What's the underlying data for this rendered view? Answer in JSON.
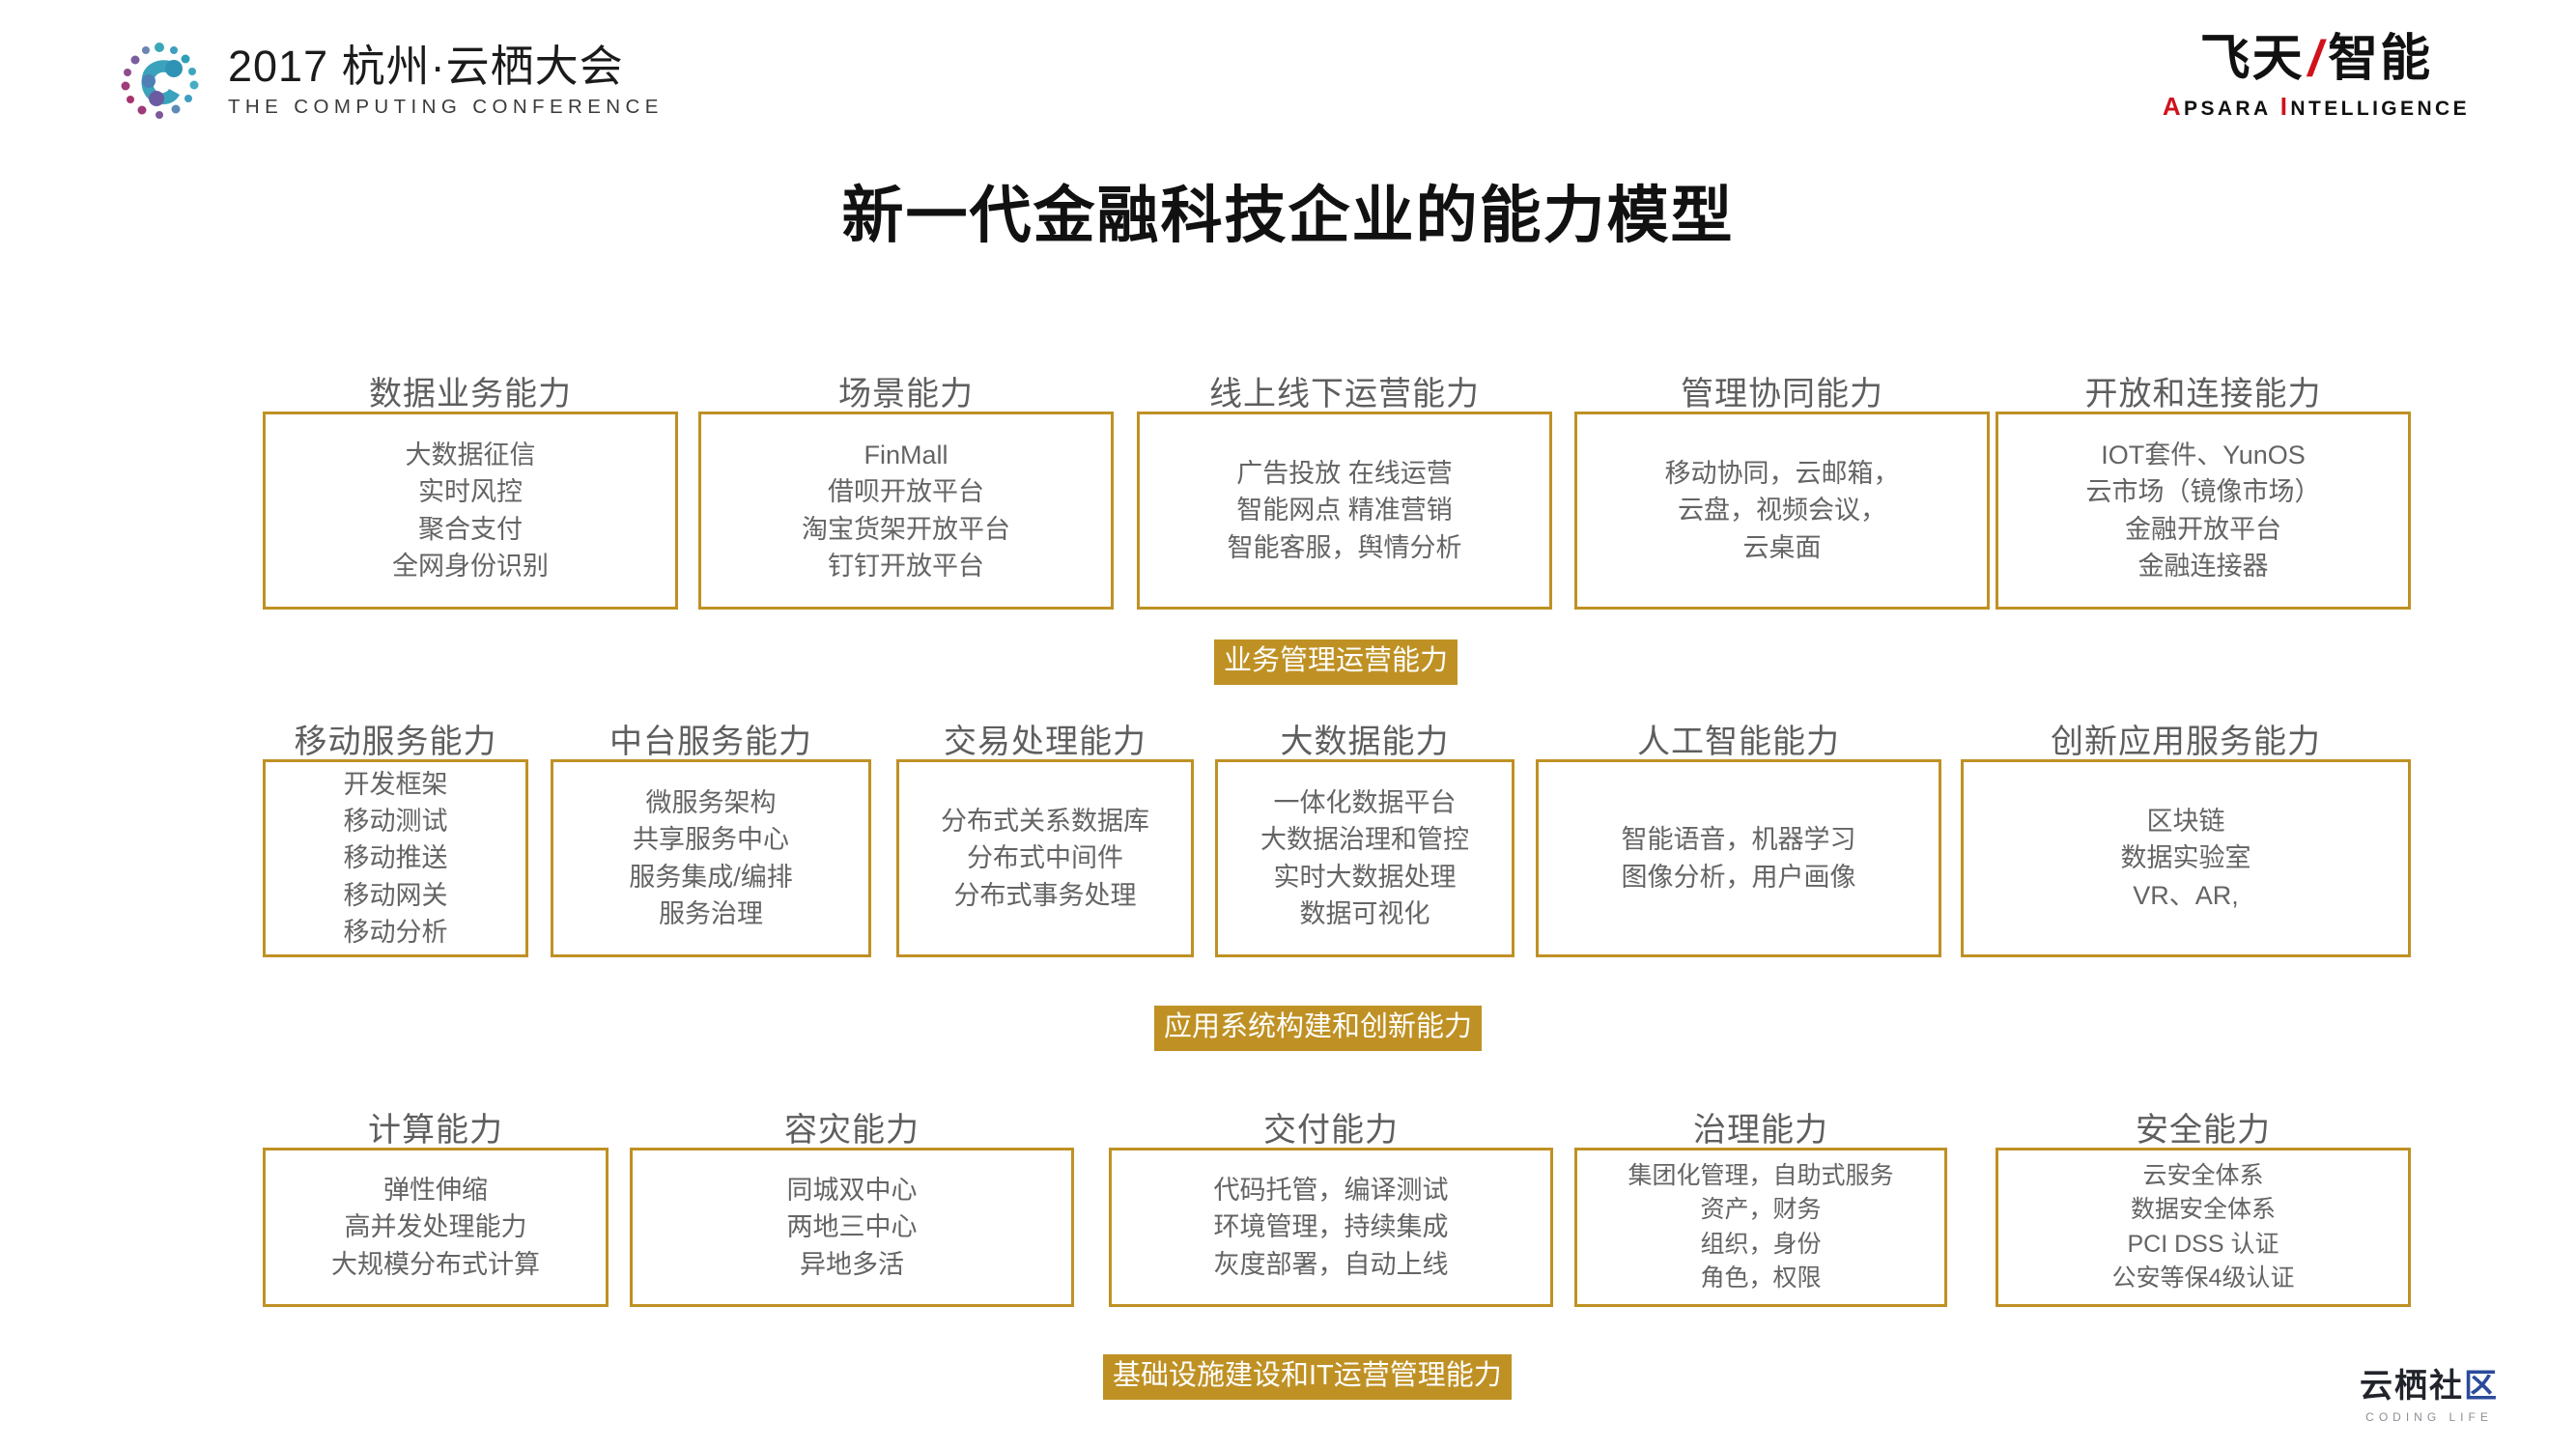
{
  "header": {
    "conference_year": "2017",
    "conference_name_cn": "杭州·云栖大会",
    "conference_name_en": "THE COMPUTING CONFERENCE",
    "brand_cn": "飞天",
    "brand_cn_2": "智能",
    "brand_slash": "/",
    "brand_en_1": "A",
    "brand_en_1_rest": "PSARA",
    "brand_en_2": "I",
    "brand_en_2_rest": "NTELLIGENCE",
    "logo_icon": "conference-c-dots-logo"
  },
  "title": "新一代金融科技企业的能力模型",
  "colors": {
    "accent_gold": "#bf9124",
    "heading_gray": "#5e5e5e",
    "body_gray": "#646464",
    "brand_red": "#d0121b",
    "footer_blue": "#2b4b9b"
  },
  "rows": [
    {
      "band_label": "业务管理运营能力",
      "cells": [
        {
          "heading": "数据业务能力",
          "items": [
            "大数据征信",
            "实时风控",
            "聚合支付",
            "全网身份识别"
          ]
        },
        {
          "heading": "场景能力",
          "items": [
            "FinMall",
            "借呗开放平台",
            "淘宝货架开放平台",
            "钉钉开放平台"
          ]
        },
        {
          "heading": "线上线下运营能力",
          "items": [
            "广告投放   在线运营",
            "智能网点   精准营销",
            "智能客服，舆情分析"
          ]
        },
        {
          "heading": "管理协同能力",
          "items": [
            "移动协同，云邮箱，",
            "云盘，视频会议，",
            "云桌面"
          ]
        },
        {
          "heading": "开放和连接能力",
          "items": [
            "IOT套件、YunOS",
            "云市场（镜像市场）",
            "金融开放平台",
            "金融连接器"
          ]
        }
      ]
    },
    {
      "band_label": "应用系统构建和创新能力",
      "cells": [
        {
          "heading": "移动服务能力",
          "items": [
            "开发框架",
            "移动测试",
            "移动推送",
            "移动网关",
            "移动分析"
          ]
        },
        {
          "heading": "中台服务能力",
          "items": [
            "微服务架构",
            "共享服务中心",
            "服务集成/编排",
            "服务治理"
          ]
        },
        {
          "heading": "交易处理能力",
          "items": [
            "分布式关系数据库",
            "分布式中间件",
            "分布式事务处理"
          ]
        },
        {
          "heading": "大数据能力",
          "items": [
            "一体化数据平台",
            "大数据治理和管控",
            "实时大数据处理",
            "数据可视化"
          ]
        },
        {
          "heading": "人工智能能力",
          "items": [
            "智能语音，机器学习",
            "图像分析，用户画像"
          ]
        },
        {
          "heading": "创新应用服务能力",
          "items": [
            "区块链",
            "数据实验室",
            "VR、AR,"
          ]
        }
      ]
    },
    {
      "band_label": "基础设施建设和IT运营管理能力",
      "cells": [
        {
          "heading": "计算能力",
          "items": [
            "弹性伸缩",
            "高并发处理能力",
            "大规模分布式计算"
          ]
        },
        {
          "heading": "容灾能力",
          "items": [
            "同城双中心",
            "两地三中心",
            "异地多活"
          ]
        },
        {
          "heading": "交付能力",
          "items": [
            "代码托管，编译测试",
            "环境管理，持续集成",
            "灰度部署，自动上线"
          ]
        },
        {
          "heading": "治理能力",
          "items": [
            "集团化管理，自助式服务",
            "资产，财务",
            "组织，身份",
            "角色，权限"
          ]
        },
        {
          "heading": "安全能力",
          "items": [
            "云安全体系",
            "数据安全体系",
            "PCI DSS 认证",
            "公安等保4级认证"
          ]
        }
      ]
    }
  ],
  "footer": {
    "logo_cn_1": "云栖社",
    "logo_cn_2": "区",
    "logo_en": "CODING LIFE"
  }
}
